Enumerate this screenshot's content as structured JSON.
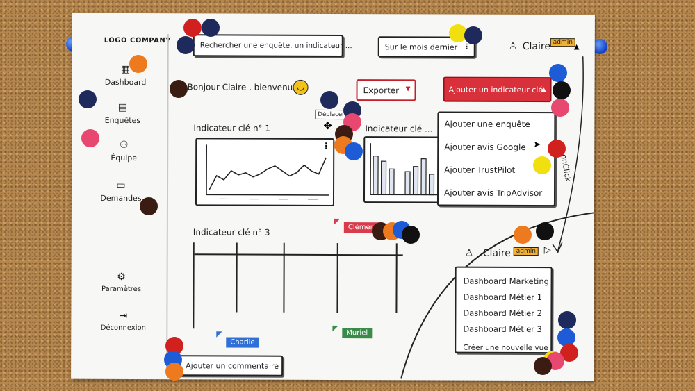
{
  "sidebar": {
    "logo": "LOGO COMPANY",
    "items": [
      {
        "label": "Dashboard",
        "icon": "grid-icon"
      },
      {
        "label": "Enquêtes",
        "icon": "document-icon"
      },
      {
        "label": "Équipe",
        "icon": "team-icon"
      },
      {
        "label": "Demandes",
        "icon": "chat-icon"
      },
      {
        "label": "Paramètres",
        "icon": "gear-icon"
      },
      {
        "label": "Déconnexion",
        "icon": "logout-icon"
      }
    ]
  },
  "header": {
    "search_placeholder": "Rechercher une enquête, un indicateur ...",
    "period": "Sur le mois dernier",
    "user_name": "Claire",
    "user_badge": "admin"
  },
  "main": {
    "greeting": "Bonjour Claire , bienvenue",
    "export_label": "Exporter",
    "add_indicator_label": "Ajouter un indicateur clé",
    "move_label": "Déplacer",
    "indicator1_title": "Indicateur clé n° 1",
    "indicator2_title": "Indicateur clé ...",
    "indicator3_title": "Indicateur clé n° 3",
    "add_comment_label": "Ajouter un commentaire",
    "oncollab_tags": [
      {
        "name": "Clément",
        "color": "#d93b4b"
      },
      {
        "name": "Charlie",
        "color": "#2f6fd6"
      },
      {
        "name": "Muriel",
        "color": "#3a8a4a"
      }
    ]
  },
  "add_menu": {
    "items": [
      "Ajouter une enquête",
      "Ajouter avis Google",
      "Ajouter TrustPilot",
      "Ajouter avis TripAdvisor"
    ]
  },
  "annotation": {
    "onclick": "onClick"
  },
  "user_panel": {
    "user_name": "Claire",
    "user_badge": "admin",
    "items": [
      "Dashboard Marketing",
      "Dashboard Métier 1",
      "Dashboard Métier 2",
      "Dashboard Métier 3"
    ],
    "create_label": "Créer une nouvelle vue"
  },
  "colors": {
    "accent_red": "#d8313b",
    "badge_yellow": "#f2b134",
    "navy": "#1f2a5c",
    "dot_red": "#d0211f",
    "dot_blue": "#1e5bd6",
    "dot_orange": "#ee7a1f",
    "dot_pink": "#e8476f",
    "dot_yellow": "#f1df10",
    "dot_brown": "#3a1c12"
  },
  "chart_data": [
    {
      "type": "line",
      "title": "",
      "x": [
        0,
        1,
        2,
        3,
        4,
        5,
        6,
        7,
        8,
        9,
        10,
        11,
        12,
        13,
        14,
        15,
        16
      ],
      "series": [
        {
          "values": [
            10,
            38,
            30,
            48,
            40,
            44,
            36,
            42,
            52,
            58,
            48,
            38,
            45,
            60,
            48,
            42,
            75
          ]
        }
      ],
      "xlabel": "",
      "ylabel": "",
      "ylim": [
        0,
        100
      ],
      "grid": false
    },
    {
      "type": "bar",
      "title": "",
      "categories": [
        "1",
        "2",
        "3",
        "4",
        "5",
        "6",
        "7",
        "8"
      ],
      "values": [
        75,
        65,
        50,
        0,
        45,
        55,
        70,
        40
      ],
      "xlabel": "",
      "ylabel": "",
      "ylim": [
        0,
        100
      ]
    }
  ]
}
